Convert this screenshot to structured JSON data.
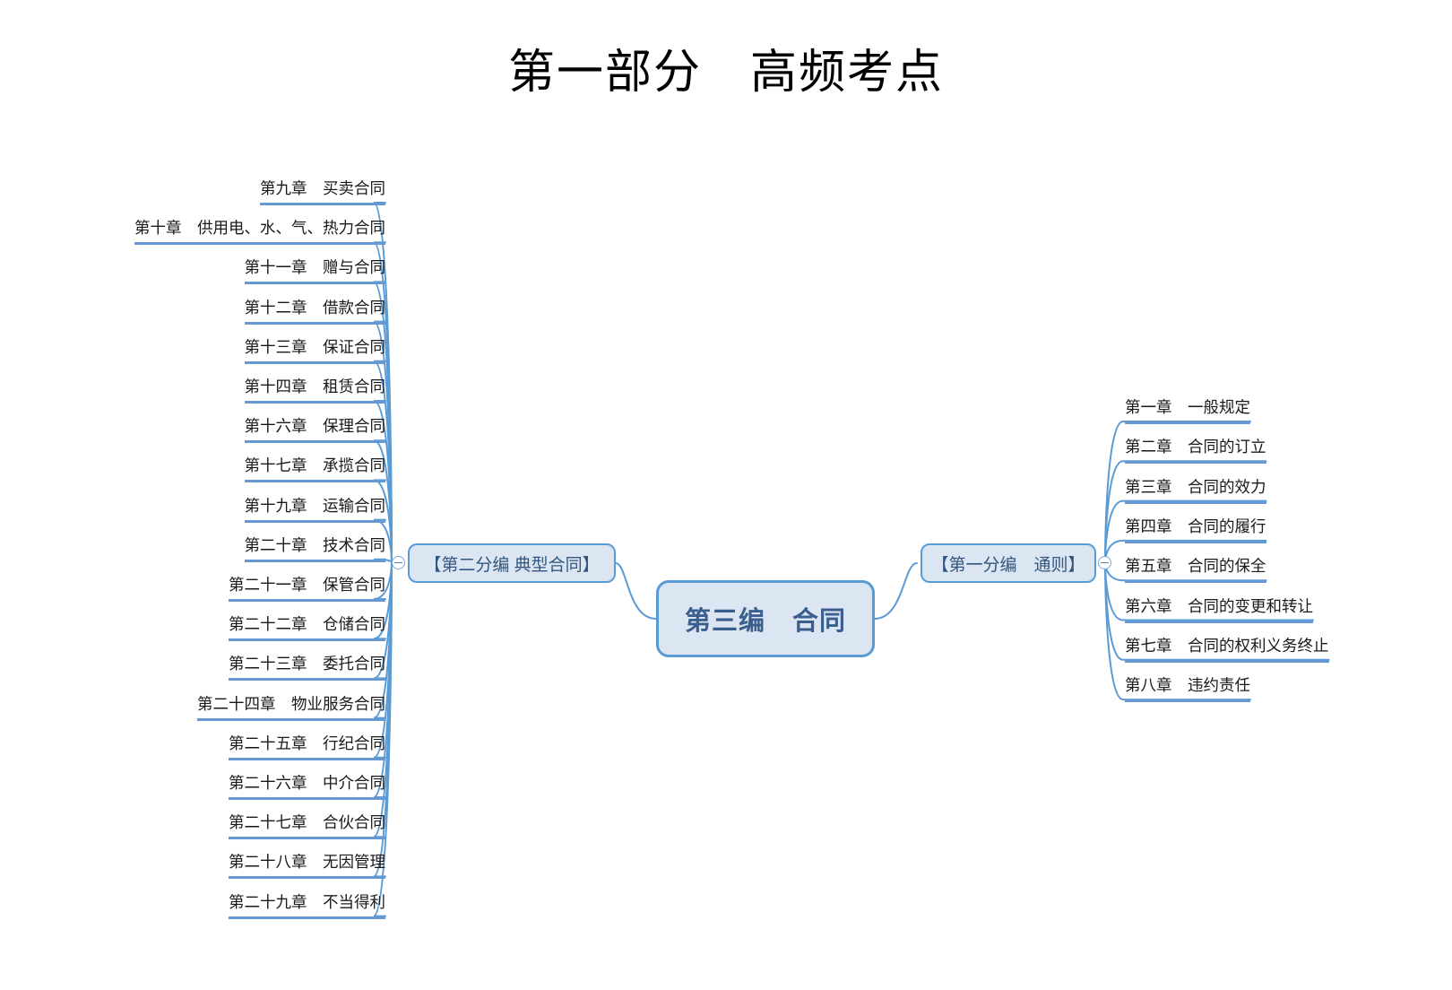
{
  "title": "第一部分　高频考点",
  "root": {
    "label": "第三编　合同",
    "fill": "#dce6f2",
    "border": "#5b9bd5",
    "text_color": "#3a5f8f"
  },
  "toggles": {
    "left": "collapse-toggle-left",
    "right": "collapse-toggle-right",
    "glyph": "minus-circle-icon"
  },
  "branches": [
    {
      "id": "branch-left",
      "label": "【第二分编 典型合同】",
      "side": "left",
      "items": [
        {
          "label": "第九章　买卖合同"
        },
        {
          "label": "第十章　供用电、水、气、热力合同"
        },
        {
          "label": "第十一章　赠与合同"
        },
        {
          "label": "第十二章　借款合同"
        },
        {
          "label": "第十三章　保证合同"
        },
        {
          "label": "第十四章　租赁合同"
        },
        {
          "label": "第十六章　保理合同"
        },
        {
          "label": "第十七章　承揽合同"
        },
        {
          "label": "第十九章　运输合同"
        },
        {
          "label": "第二十章　技术合同"
        },
        {
          "label": "第二十一章　保管合同"
        },
        {
          "label": "第二十二章　仓储合同"
        },
        {
          "label": "第二十三章　委托合同"
        },
        {
          "label": "第二十四章　物业服务合同"
        },
        {
          "label": "第二十五章　行纪合同"
        },
        {
          "label": "第二十六章　中介合同"
        },
        {
          "label": "第二十七章　合伙合同"
        },
        {
          "label": "第二十八章　无因管理"
        },
        {
          "label": "第二十九章　不当得利"
        }
      ]
    },
    {
      "id": "branch-right",
      "label": "【第一分编　通则】",
      "side": "right",
      "items": [
        {
          "label": "第一章　一般规定"
        },
        {
          "label": "第二章　合同的订立"
        },
        {
          "label": "第三章　合同的效力"
        },
        {
          "label": "第四章　合同的履行"
        },
        {
          "label": "第五章　合同的保全"
        },
        {
          "label": "第六章　合同的变更和转让"
        },
        {
          "label": "第七章　合同的权利义务终止"
        },
        {
          "label": "第八章　违约责任"
        }
      ]
    }
  ],
  "colors": {
    "accent": "#5b9bd5",
    "rule": "#6699d1",
    "node_fill": "#dce6f2",
    "text": "#1a1a1a"
  }
}
